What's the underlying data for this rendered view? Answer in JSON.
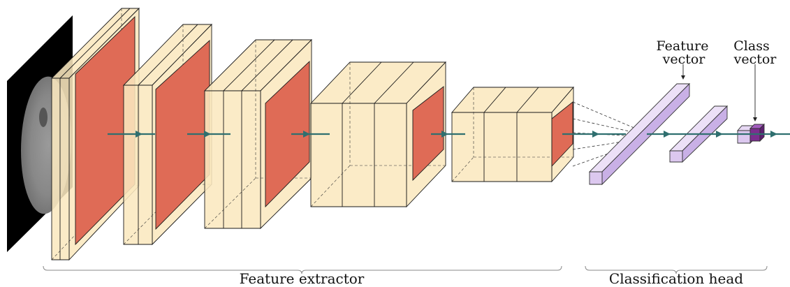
{
  "labels": {
    "feature_vector_line1": "Feature",
    "feature_vector_line2": "vector",
    "class_vector_line1": "Class",
    "class_vector_line2": "vector",
    "feature_extractor": "Feature extractor",
    "classification_head": "Classification head"
  },
  "colors": {
    "block_fill": "#fbe8bf",
    "feature_map_fill": "#df6b56",
    "vector_fill": "#dcc8ef",
    "class_vector_fill": "#7b2e8f",
    "flow_arrow": "#2f6f6f",
    "input_background": "#000000"
  }
}
